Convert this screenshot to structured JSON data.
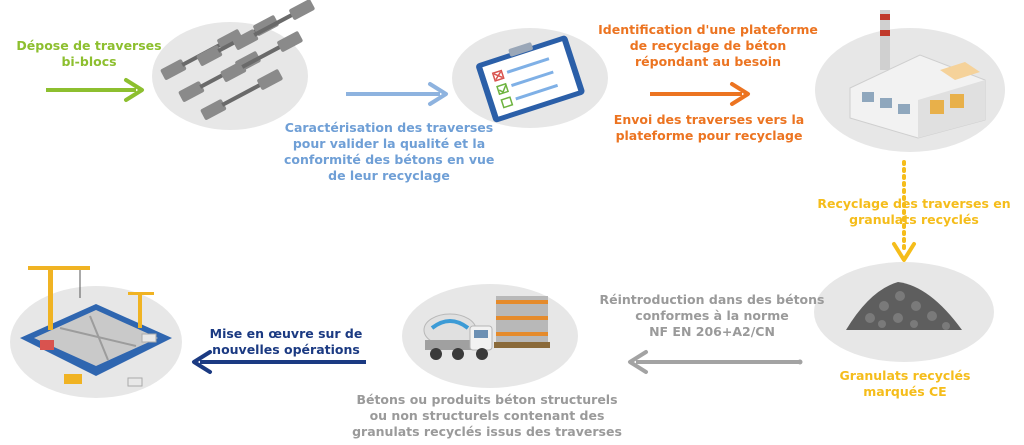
{
  "steps": {
    "depose": {
      "lines": [
        "Dépose de traverses",
        "bi-blocs"
      ],
      "color": "#8dbf2f"
    },
    "caracterisation": {
      "lines": [
        "Caractérisation des traverses",
        "pour valider la qualité et la",
        "conformité des bétons en vue",
        "de leur recyclage"
      ],
      "color": "#6f9fd6"
    },
    "identification": {
      "lines": [
        "Identification d'une plateforme",
        "de recyclage de béton",
        "répondant au besoin"
      ],
      "color": "#ec7421"
    },
    "envoi": {
      "lines": [
        "Envoi des traverses vers la",
        "plateforme pour recyclage"
      ],
      "color": "#ec7421"
    },
    "recyclage": {
      "lines": [
        "Recyclage des traverses en",
        "granulats recyclés"
      ],
      "color": "#f5bd1b"
    },
    "granulats": {
      "lines": [
        "Granulats recyclés",
        "marqués CE"
      ],
      "color": "#f5bd1b"
    },
    "reintroduction": {
      "lines": [
        "Réintroduction dans des bétons",
        "conformes à la norme",
        "NF EN 206+A2/CN"
      ],
      "color": "#9a9a9a"
    },
    "betons": {
      "lines": [
        "Bétons ou produits béton structurels",
        "ou non structurels contenant des",
        "granulats recyclés issus des traverses"
      ],
      "color": "#9a9a9a"
    },
    "mise_en_oeuvre": {
      "lines": [
        "Mise en œuvre sur de",
        "nouvelles opérations"
      ],
      "color": "#1b3a82"
    }
  },
  "icons": [
    "sleepers-icon",
    "clipboard-checklist-icon",
    "factory-icon",
    "aggregate-pile-icon",
    "mixer-truck-icon",
    "construction-site-icon"
  ]
}
